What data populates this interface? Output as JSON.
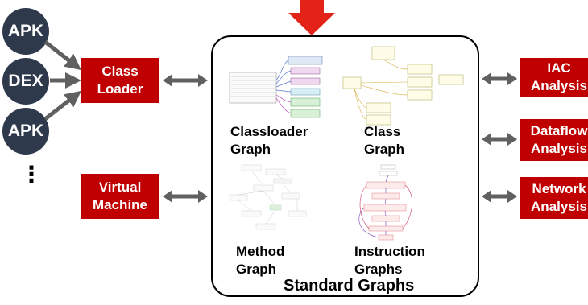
{
  "inputs": [
    "APK",
    "DEX",
    "APK"
  ],
  "more_inputs": "⋮",
  "left_boxes": {
    "class_loader": "Class\nLoader",
    "virtual_machine": "Virtual\nMachine"
  },
  "right_boxes": {
    "iac": "IAC\nAnalysis",
    "dataflow": "Dataflow\nAnalysis",
    "network": "Network\nAnalysis"
  },
  "graphs": {
    "classloader": "Classloader\nGraph",
    "class": "Class\nGraph",
    "method": "Method\nGraph",
    "instruction": "Instruction\nGraphs"
  },
  "panel_title": "Standard Graphs",
  "colors": {
    "red": "#c00000",
    "navy": "#2e3a4c",
    "arrow": "#606060"
  }
}
